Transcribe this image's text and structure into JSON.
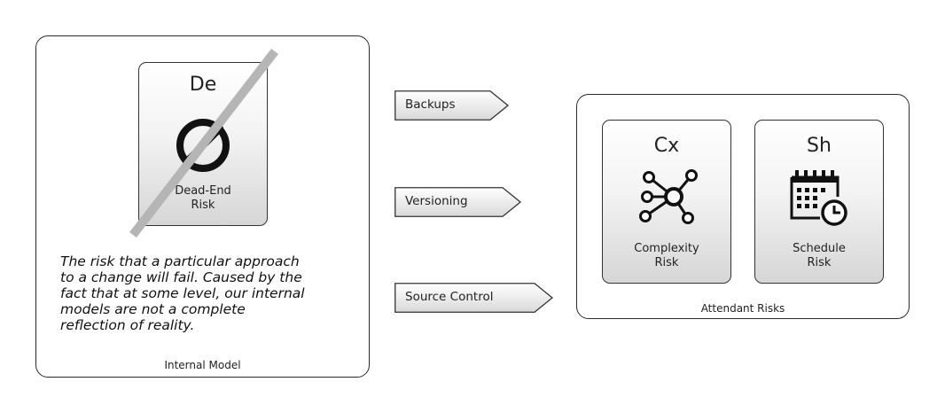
{
  "internal_model": {
    "label": "Internal Model",
    "risk": {
      "code": "De",
      "name_line1": "Dead-End",
      "name_line2": "Risk",
      "icon": "prohibited-icon",
      "struck_through": true
    },
    "description_lines": [
      "The risk that a particular approach",
      "to a change will fail. Caused by the",
      "fact that at some level, our internal",
      "models are not a complete",
      "reflection of reality."
    ]
  },
  "actions": [
    {
      "label": "Backups"
    },
    {
      "label": "Versioning"
    },
    {
      "label": "Source Control"
    }
  ],
  "attendant_risks": {
    "label": "Attendant Risks",
    "risks": [
      {
        "code": "Cx",
        "name_line1": "Complexity",
        "name_line2": "Risk",
        "icon": "network-hub-icon"
      },
      {
        "code": "Sh",
        "name_line1": "Schedule",
        "name_line2": "Risk",
        "icon": "calendar-clock-icon"
      }
    ]
  },
  "colors": {
    "border": "#2a2a2a",
    "card_gradient_top": "#ffffff",
    "card_gradient_bottom": "#d6d6d6",
    "strike": "#b5b5b5"
  }
}
